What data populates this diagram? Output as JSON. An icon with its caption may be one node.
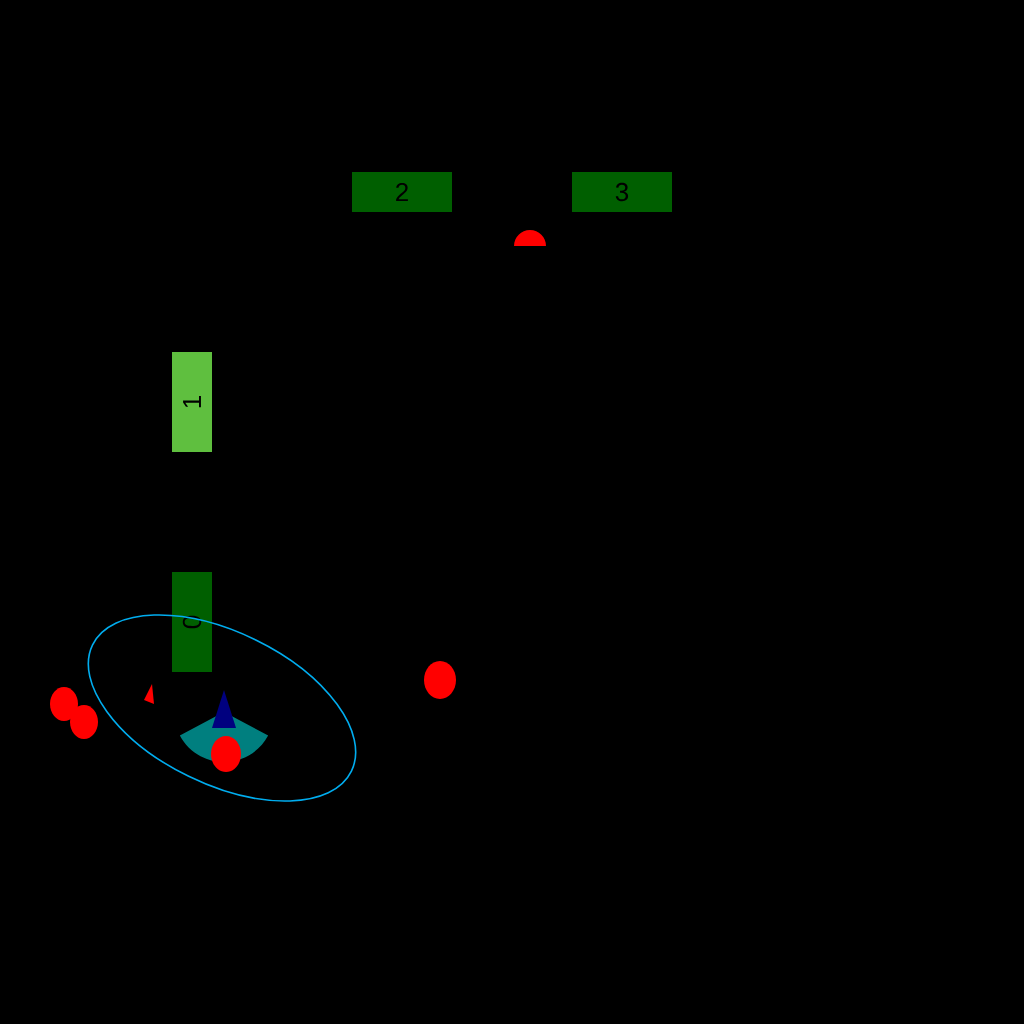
{
  "diagram": {
    "nodes": [
      {
        "text": [
          "0"
        ]
      },
      {
        "text": [
          "1"
        ]
      },
      {
        "text": [
          "2"
        ]
      },
      {
        "text": [
          "3"
        ]
      }
    ]
  }
}
